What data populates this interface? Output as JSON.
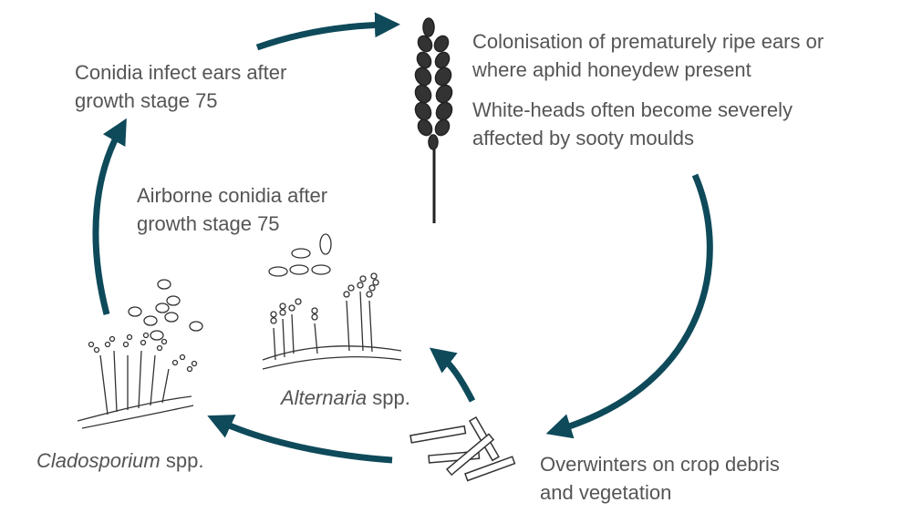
{
  "colors": {
    "arrow": "#0e4a5a",
    "text": "#555555",
    "drawing": "#333333"
  },
  "labels": {
    "conidia_infect": [
      "Conidia infect ears after",
      "growth stage 75"
    ],
    "colonisation": [
      "Colonisation of prematurely ripe ears or",
      "where aphid honeydew present"
    ],
    "white_heads": [
      "White-heads often become severely",
      "affected by sooty moulds"
    ],
    "airborne": [
      "Airborne conidia after",
      "growth stage 75"
    ],
    "alternaria": {
      "genus": "Alternaria",
      "suffix": " spp."
    },
    "cladosporium": {
      "genus": "Cladosporium",
      "suffix": " spp."
    },
    "overwinters": [
      "Overwinters on crop debris",
      "and vegetation"
    ]
  }
}
